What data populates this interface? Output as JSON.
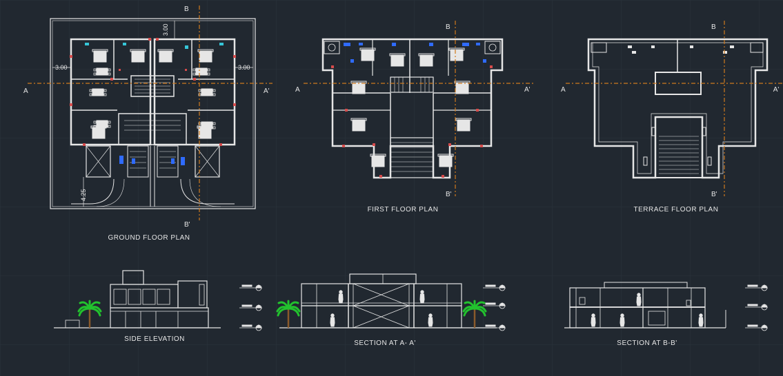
{
  "colors": {
    "background": "#212830",
    "grid": "#2b333c",
    "lines": "#e6e6e6",
    "section_line": "#d07a1c",
    "door": "#d64b4b",
    "fixture_blue": "#2f6bff",
    "fixture_cyan": "#36c6d8",
    "tree_green": "#22c22e",
    "tree_trunk": "#8a5a2b"
  },
  "plans": {
    "ground": {
      "title": "GROUND FLOOR PLAN",
      "dim_left": "3.00",
      "dim_right": "3.00",
      "dim_top": "3.00",
      "dim_bottom": "4.25",
      "mark_a": "A",
      "mark_a_prime": "A'",
      "mark_b": "B",
      "mark_b_prime": "B'"
    },
    "first": {
      "title": "FIRST FLOOR PLAN",
      "mark_a": "A",
      "mark_a_prime": "A'",
      "mark_b": "B",
      "mark_b_prime": "B'"
    },
    "terrace": {
      "title": "TERRACE FLOOR PLAN",
      "mark_a": "A",
      "mark_a_prime": "A'",
      "mark_b": "B",
      "mark_b_prime": "B'"
    }
  },
  "views": {
    "side_elevation": {
      "title": "SIDE ELEVATION"
    },
    "section_aa": {
      "title": "SECTION AT A- A'"
    },
    "section_bb": {
      "title": "SECTION AT B-B'"
    }
  }
}
